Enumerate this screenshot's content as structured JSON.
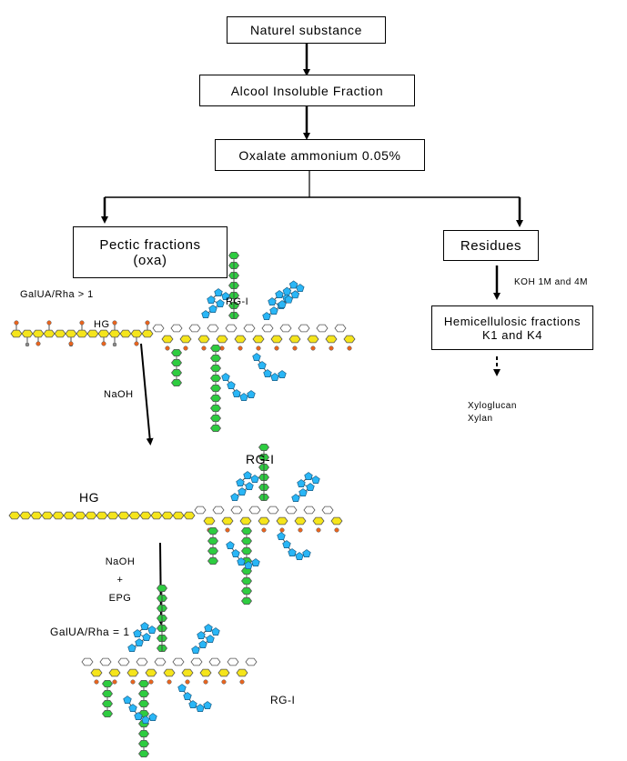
{
  "boxes": {
    "natural_substance": "Naturel substance",
    "alcohol_insoluble": "Alcool Insoluble Fraction",
    "oxalate": "Oxalate ammonium 0.05%",
    "pectic_line1": "Pectic fractions",
    "pectic_line2": "(oxa)",
    "residues": "Residues",
    "hemicellulosic_line1": "Hemicellulosic fractions",
    "hemicellulosic_line2": "K1 and K4"
  },
  "labels": {
    "galua_rha_gt1": "GalUA/Rha > 1",
    "rg1_top": "RG-I",
    "hg_top": "HG",
    "naoh_1": "NaOH",
    "rg1_mid": "RG-I",
    "hg_mid": "HG",
    "naoh_2_line1": "NaOH",
    "naoh_2_line2": "+",
    "naoh_2_line3": "EPG",
    "galua_rha_eq1": "GalUA/Rha = 1",
    "rg1_bottom": "RG-I",
    "koh": "KOH 1M and 4M",
    "xyloglucan": "Xyloglucan",
    "xylan": "Xylan"
  },
  "colors": {
    "galua": "#f5e51b",
    "rha": "#ffffff",
    "galactose_chain": "#2ecc40",
    "arabinose_branch": "#29b6f6",
    "methyl_ester": "#e8641e",
    "acetyl": "#8a8a8a"
  }
}
